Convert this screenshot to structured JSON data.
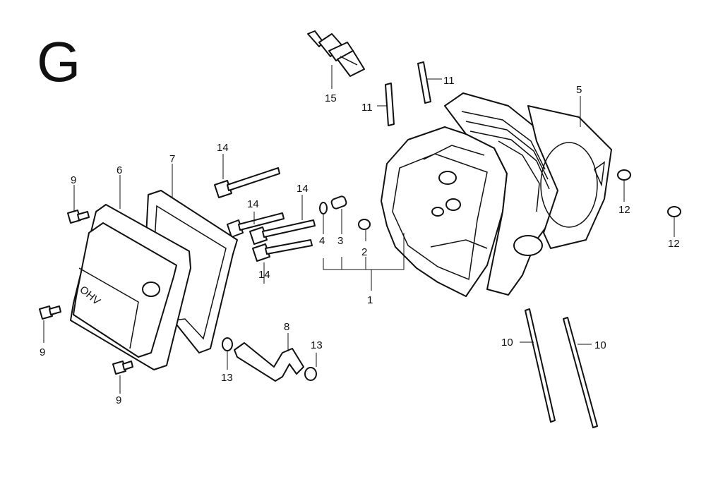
{
  "section_letter": "G",
  "callouts": [
    {
      "id": "label-15",
      "text": "15"
    },
    {
      "id": "label-11a",
      "text": "11"
    },
    {
      "id": "label-11b",
      "text": "11"
    },
    {
      "id": "label-5",
      "text": "5"
    },
    {
      "id": "label-14a",
      "text": "14"
    },
    {
      "id": "label-14b",
      "text": "14"
    },
    {
      "id": "label-14c",
      "text": "14"
    },
    {
      "id": "label-14d",
      "text": "14"
    },
    {
      "id": "label-9a",
      "text": "9"
    },
    {
      "id": "label-9b",
      "text": "9"
    },
    {
      "id": "label-9c",
      "text": "9"
    },
    {
      "id": "label-6",
      "text": "6"
    },
    {
      "id": "label-7",
      "text": "7"
    },
    {
      "id": "label-4",
      "text": "4"
    },
    {
      "id": "label-3",
      "text": "3"
    },
    {
      "id": "label-2",
      "text": "2"
    },
    {
      "id": "label-1",
      "text": "1"
    },
    {
      "id": "label-12a",
      "text": "12"
    },
    {
      "id": "label-12b",
      "text": "12"
    },
    {
      "id": "label-10a",
      "text": "10"
    },
    {
      "id": "label-10b",
      "text": "10"
    },
    {
      "id": "label-8",
      "text": "8"
    },
    {
      "id": "label-13a",
      "text": "13"
    },
    {
      "id": "label-13b",
      "text": "13"
    }
  ],
  "cover_text": "OHV"
}
